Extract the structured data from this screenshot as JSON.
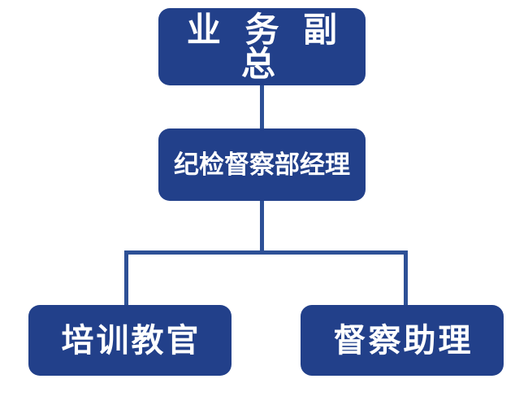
{
  "chart_data": {
    "type": "diagram",
    "diagram_kind": "organization-chart",
    "title": "",
    "orientation": "top-down",
    "background_color": "#ffffff",
    "node_fill_color": "#22408a",
    "node_text_color": "#ffffff",
    "connector_color": "#2d5096",
    "nodes": [
      {
        "id": "vp",
        "label": "业 务 副 总",
        "level": 0,
        "font_size": 42
      },
      {
        "id": "manager",
        "label": "纪检督察部经理",
        "level": 1,
        "font_size": 31
      },
      {
        "id": "instructor",
        "label": "培训教官",
        "level": 2,
        "font_size": 40
      },
      {
        "id": "assistant",
        "label": "督察助理",
        "level": 2,
        "font_size": 40
      }
    ],
    "edges": [
      {
        "from": "vp",
        "to": "manager"
      },
      {
        "from": "manager",
        "to": "instructor"
      },
      {
        "from": "manager",
        "to": "assistant"
      }
    ]
  },
  "chart": {
    "nodes": {
      "vp": {
        "label": "业 务 副 总"
      },
      "manager": {
        "label": "纪检督察部经理"
      },
      "instructor": {
        "label": "培训教官"
      },
      "assistant": {
        "label": "督察助理"
      }
    }
  }
}
